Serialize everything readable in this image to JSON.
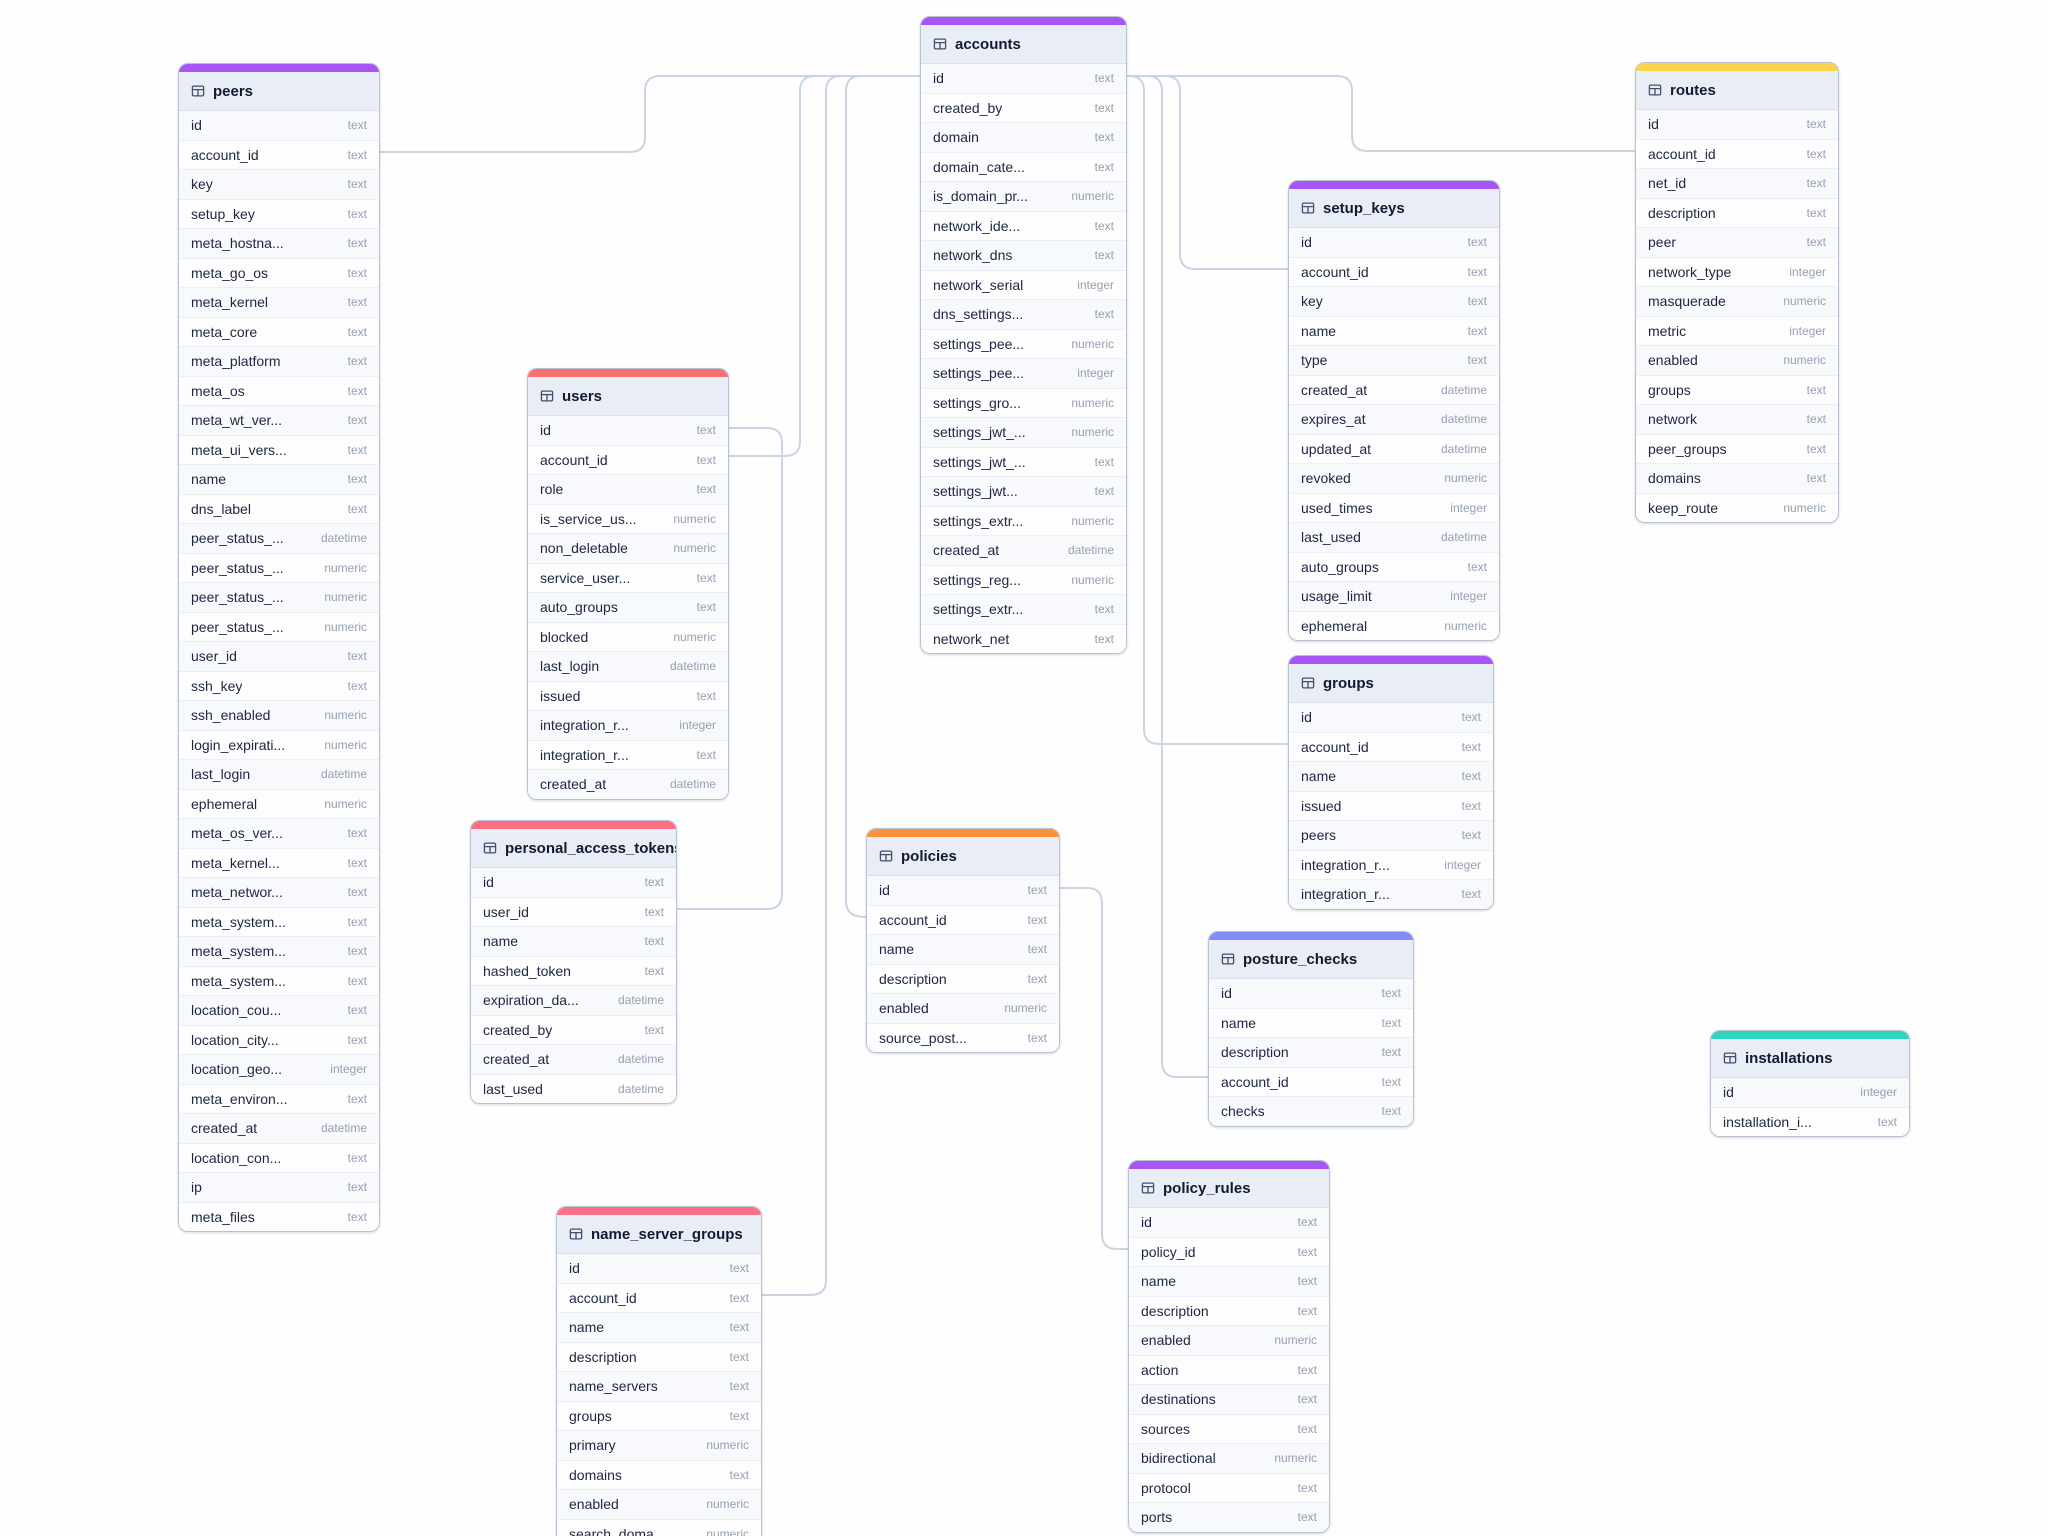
{
  "diagram": {
    "background": "#fefefe",
    "edge_color": "#c9d5e3",
    "type_labels": [
      "text",
      "numeric",
      "integer",
      "datetime"
    ],
    "tables": [
      {
        "name": "peers",
        "accent": "#a855f7",
        "fields": [
          {
            "n": "id",
            "t": "text"
          },
          {
            "n": "account_id",
            "t": "text"
          },
          {
            "n": "key",
            "t": "text"
          },
          {
            "n": "setup_key",
            "t": "text"
          },
          {
            "n": "meta_hostna...",
            "t": "text"
          },
          {
            "n": "meta_go_os",
            "t": "text"
          },
          {
            "n": "meta_kernel",
            "t": "text"
          },
          {
            "n": "meta_core",
            "t": "text"
          },
          {
            "n": "meta_platform",
            "t": "text"
          },
          {
            "n": "meta_os",
            "t": "text"
          },
          {
            "n": "meta_wt_ver...",
            "t": "text"
          },
          {
            "n": "meta_ui_vers...",
            "t": "text"
          },
          {
            "n": "name",
            "t": "text"
          },
          {
            "n": "dns_label",
            "t": "text"
          },
          {
            "n": "peer_status_...",
            "t": "datetime"
          },
          {
            "n": "peer_status_...",
            "t": "numeric"
          },
          {
            "n": "peer_status_...",
            "t": "numeric"
          },
          {
            "n": "peer_status_...",
            "t": "numeric"
          },
          {
            "n": "user_id",
            "t": "text"
          },
          {
            "n": "ssh_key",
            "t": "text"
          },
          {
            "n": "ssh_enabled",
            "t": "numeric"
          },
          {
            "n": "login_expirati...",
            "t": "numeric"
          },
          {
            "n": "last_login",
            "t": "datetime"
          },
          {
            "n": "ephemeral",
            "t": "numeric"
          },
          {
            "n": "meta_os_ver...",
            "t": "text"
          },
          {
            "n": "meta_kernel...",
            "t": "text"
          },
          {
            "n": "meta_networ...",
            "t": "text"
          },
          {
            "n": "meta_system...",
            "t": "text"
          },
          {
            "n": "meta_system...",
            "t": "text"
          },
          {
            "n": "meta_system...",
            "t": "text"
          },
          {
            "n": "location_cou...",
            "t": "text"
          },
          {
            "n": "location_city...",
            "t": "text"
          },
          {
            "n": "location_geo...",
            "t": "integer"
          },
          {
            "n": "meta_environ...",
            "t": "text"
          },
          {
            "n": "created_at",
            "t": "datetime"
          },
          {
            "n": "location_con...",
            "t": "text"
          },
          {
            "n": "ip",
            "t": "text"
          },
          {
            "n": "meta_files",
            "t": "text"
          }
        ]
      },
      {
        "name": "users",
        "accent": "#f87171",
        "fields": [
          {
            "n": "id",
            "t": "text"
          },
          {
            "n": "account_id",
            "t": "text"
          },
          {
            "n": "role",
            "t": "text"
          },
          {
            "n": "is_service_us...",
            "t": "numeric"
          },
          {
            "n": "non_deletable",
            "t": "numeric"
          },
          {
            "n": "service_user...",
            "t": "text"
          },
          {
            "n": "auto_groups",
            "t": "text"
          },
          {
            "n": "blocked",
            "t": "numeric"
          },
          {
            "n": "last_login",
            "t": "datetime"
          },
          {
            "n": "issued",
            "t": "text"
          },
          {
            "n": "integration_r...",
            "t": "integer"
          },
          {
            "n": "integration_r...",
            "t": "text"
          },
          {
            "n": "created_at",
            "t": "datetime"
          }
        ]
      },
      {
        "name": "accounts",
        "accent": "#a855f7",
        "fields": [
          {
            "n": "id",
            "t": "text"
          },
          {
            "n": "created_by",
            "t": "text"
          },
          {
            "n": "domain",
            "t": "text"
          },
          {
            "n": "domain_cate...",
            "t": "text"
          },
          {
            "n": "is_domain_pr...",
            "t": "numeric"
          },
          {
            "n": "network_ide...",
            "t": "text"
          },
          {
            "n": "network_dns",
            "t": "text"
          },
          {
            "n": "network_serial",
            "t": "integer"
          },
          {
            "n": "dns_settings...",
            "t": "text"
          },
          {
            "n": "settings_pee...",
            "t": "numeric"
          },
          {
            "n": "settings_pee...",
            "t": "integer"
          },
          {
            "n": "settings_gro...",
            "t": "numeric"
          },
          {
            "n": "settings_jwt_...",
            "t": "numeric"
          },
          {
            "n": "settings_jwt_...",
            "t": "text"
          },
          {
            "n": "settings_jwt...",
            "t": "text"
          },
          {
            "n": "settings_extr...",
            "t": "numeric"
          },
          {
            "n": "created_at",
            "t": "datetime"
          },
          {
            "n": "settings_reg...",
            "t": "numeric"
          },
          {
            "n": "settings_extr...",
            "t": "text"
          },
          {
            "n": "network_net",
            "t": "text"
          }
        ]
      },
      {
        "name": "personal_access_tokens",
        "accent": "#fb6f80",
        "fields": [
          {
            "n": "id",
            "t": "text"
          },
          {
            "n": "user_id",
            "t": "text"
          },
          {
            "n": "name",
            "t": "text"
          },
          {
            "n": "hashed_token",
            "t": "text"
          },
          {
            "n": "expiration_da...",
            "t": "datetime"
          },
          {
            "n": "created_by",
            "t": "text"
          },
          {
            "n": "created_at",
            "t": "datetime"
          },
          {
            "n": "last_used",
            "t": "datetime"
          }
        ]
      },
      {
        "name": "name_server_groups",
        "accent": "#fb7185",
        "fields": [
          {
            "n": "id",
            "t": "text"
          },
          {
            "n": "account_id",
            "t": "text"
          },
          {
            "n": "name",
            "t": "text"
          },
          {
            "n": "description",
            "t": "text"
          },
          {
            "n": "name_servers",
            "t": "text"
          },
          {
            "n": "groups",
            "t": "text"
          },
          {
            "n": "primary",
            "t": "numeric"
          },
          {
            "n": "domains",
            "t": "text"
          },
          {
            "n": "enabled",
            "t": "numeric"
          },
          {
            "n": "search_doma...",
            "t": "numeric"
          }
        ]
      },
      {
        "name": "policies",
        "accent": "#fb923c",
        "fields": [
          {
            "n": "id",
            "t": "text"
          },
          {
            "n": "account_id",
            "t": "text"
          },
          {
            "n": "name",
            "t": "text"
          },
          {
            "n": "description",
            "t": "text"
          },
          {
            "n": "enabled",
            "t": "numeric"
          },
          {
            "n": "source_post...",
            "t": "text"
          }
        ]
      },
      {
        "name": "setup_keys",
        "accent": "#a855f7",
        "fields": [
          {
            "n": "id",
            "t": "text"
          },
          {
            "n": "account_id",
            "t": "text"
          },
          {
            "n": "key",
            "t": "text"
          },
          {
            "n": "name",
            "t": "text"
          },
          {
            "n": "type",
            "t": "text"
          },
          {
            "n": "created_at",
            "t": "datetime"
          },
          {
            "n": "expires_at",
            "t": "datetime"
          },
          {
            "n": "updated_at",
            "t": "datetime"
          },
          {
            "n": "revoked",
            "t": "numeric"
          },
          {
            "n": "used_times",
            "t": "integer"
          },
          {
            "n": "last_used",
            "t": "datetime"
          },
          {
            "n": "auto_groups",
            "t": "text"
          },
          {
            "n": "usage_limit",
            "t": "integer"
          },
          {
            "n": "ephemeral",
            "t": "numeric"
          }
        ]
      },
      {
        "name": "groups",
        "accent": "#a855f7",
        "fields": [
          {
            "n": "id",
            "t": "text"
          },
          {
            "n": "account_id",
            "t": "text"
          },
          {
            "n": "name",
            "t": "text"
          },
          {
            "n": "issued",
            "t": "text"
          },
          {
            "n": "peers",
            "t": "text"
          },
          {
            "n": "integration_r...",
            "t": "integer"
          },
          {
            "n": "integration_r...",
            "t": "text"
          }
        ]
      },
      {
        "name": "posture_checks",
        "accent": "#818cf8",
        "fields": [
          {
            "n": "id",
            "t": "text"
          },
          {
            "n": "name",
            "t": "text"
          },
          {
            "n": "description",
            "t": "text"
          },
          {
            "n": "account_id",
            "t": "text"
          },
          {
            "n": "checks",
            "t": "text"
          }
        ]
      },
      {
        "name": "policy_rules",
        "accent": "#a855f7",
        "fields": [
          {
            "n": "id",
            "t": "text"
          },
          {
            "n": "policy_id",
            "t": "text"
          },
          {
            "n": "name",
            "t": "text"
          },
          {
            "n": "description",
            "t": "text"
          },
          {
            "n": "enabled",
            "t": "numeric"
          },
          {
            "n": "action",
            "t": "text"
          },
          {
            "n": "destinations",
            "t": "text"
          },
          {
            "n": "sources",
            "t": "text"
          },
          {
            "n": "bidirectional",
            "t": "numeric"
          },
          {
            "n": "protocol",
            "t": "text"
          },
          {
            "n": "ports",
            "t": "text"
          }
        ]
      },
      {
        "name": "routes",
        "accent": "#fcd34d",
        "fields": [
          {
            "n": "id",
            "t": "text"
          },
          {
            "n": "account_id",
            "t": "text"
          },
          {
            "n": "net_id",
            "t": "text"
          },
          {
            "n": "description",
            "t": "text"
          },
          {
            "n": "peer",
            "t": "text"
          },
          {
            "n": "network_type",
            "t": "integer"
          },
          {
            "n": "masquerade",
            "t": "numeric"
          },
          {
            "n": "metric",
            "t": "integer"
          },
          {
            "n": "enabled",
            "t": "numeric"
          },
          {
            "n": "groups",
            "t": "text"
          },
          {
            "n": "network",
            "t": "text"
          },
          {
            "n": "peer_groups",
            "t": "text"
          },
          {
            "n": "domains",
            "t": "text"
          },
          {
            "n": "keep_route",
            "t": "numeric"
          }
        ]
      },
      {
        "name": "installations",
        "accent": "#2dd4bf",
        "fields": [
          {
            "n": "id",
            "t": "integer"
          },
          {
            "n": "installation_i...",
            "t": "text"
          }
        ]
      }
    ]
  }
}
